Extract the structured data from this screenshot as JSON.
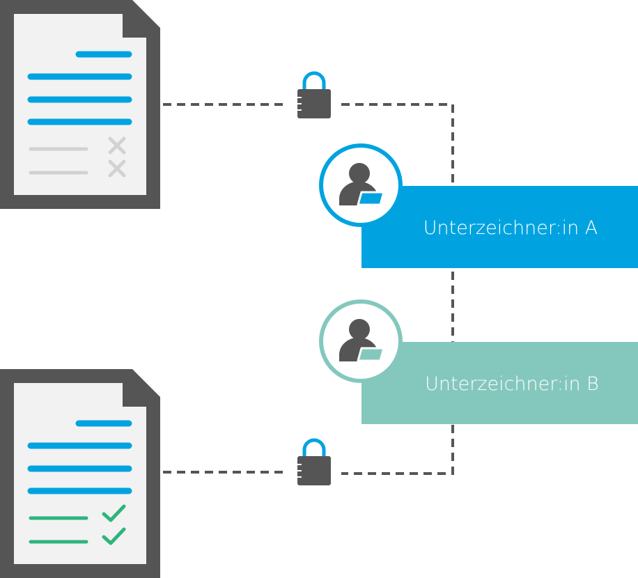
{
  "signers": [
    {
      "label": "Unterzeichner:in A",
      "color": "#00a3e0"
    },
    {
      "label": "Unterzeichner:in B",
      "color": "#84c8bd"
    }
  ],
  "documents": [
    {
      "status": "unsigned",
      "status_icon": "cross-icon"
    },
    {
      "status": "signed",
      "status_icon": "checkmark-icon"
    }
  ],
  "colors": {
    "document_frame": "#555555",
    "document_paper": "#f2f2f2",
    "text_line_blue": "#00a3e0",
    "text_line_grey": "#d2d2d2",
    "signed_green": "#2eb47d",
    "connector": "#555555",
    "lock": "#555555"
  }
}
